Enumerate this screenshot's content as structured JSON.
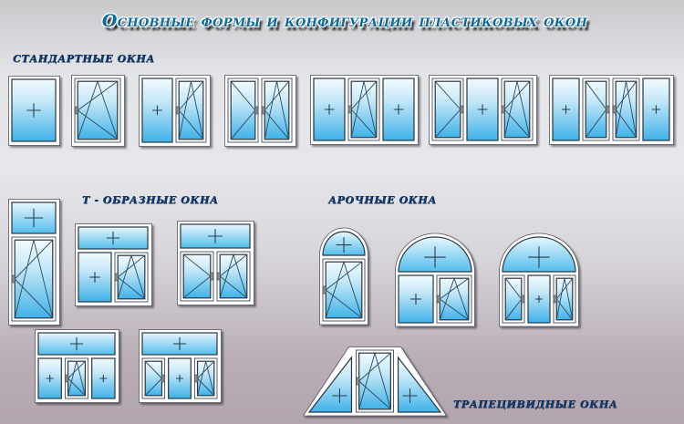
{
  "title": "Основные формы и конфигурации пластиковых окон",
  "sections": {
    "standard": {
      "label": "СТАНДАРТНЫЕ ОКНА"
    },
    "t_shaped": {
      "label": "Т - ОБРАЗНЫЕ ОКНА"
    },
    "arched": {
      "label": "АРОЧНЫЕ ОКНА"
    },
    "trapezoid": {
      "label": "ТРАПЕЦИВИДНЫЕ ОКНА"
    }
  },
  "colors": {
    "frame": "#ffffff",
    "frame_outline": "#2a3540",
    "glass_top": "#e8f6fd",
    "glass_bottom": "#48b8ea",
    "title_text": "#0b6aa0",
    "label_text": "#123a6e"
  },
  "windows": {
    "standard": [
      {
        "name": "single-fixed",
        "sashes": [
          "fixed"
        ]
      },
      {
        "name": "single-tilt-turn",
        "sashes": [
          "tilt-left"
        ]
      },
      {
        "name": "double-fixed-tilt",
        "sashes": [
          "fixed",
          "tilt-left"
        ]
      },
      {
        "name": "double-turn-tilt",
        "sashes": [
          "turn-right",
          "tilt-left"
        ]
      },
      {
        "name": "triple-fixed-tilt-fixed",
        "sashes": [
          "fixed",
          "tilt-left",
          "fixed"
        ]
      },
      {
        "name": "triple-turn-fixed-tilt",
        "sashes": [
          "turn-right",
          "fixed",
          "tilt-left"
        ]
      },
      {
        "name": "quad-fixed-turn-tilt-fixed",
        "sashes": [
          "fixed",
          "turn-right",
          "tilt-left",
          "fixed"
        ]
      }
    ],
    "t_shaped": [
      {
        "name": "transom-single-tilt",
        "top": "fixed",
        "sashes": [
          "tilt-left"
        ]
      },
      {
        "name": "transom-fixed-tilt",
        "top": "fixed",
        "sashes": [
          "fixed",
          "tilt-left"
        ]
      },
      {
        "name": "transom-turn-tilt",
        "top": "fixed",
        "sashes": [
          "turn-right",
          "tilt-left"
        ]
      },
      {
        "name": "transom-fixed-tilt-fixed",
        "top": "fixed",
        "sashes": [
          "fixed",
          "tilt-left",
          "fixed"
        ]
      },
      {
        "name": "transom-turn-fixed-tilt",
        "top": "fixed",
        "sashes": [
          "turn-right",
          "fixed",
          "tilt-left"
        ]
      }
    ],
    "arched": [
      {
        "name": "arched-single-tilt",
        "top": "arch",
        "sashes": [
          "tilt-left"
        ]
      },
      {
        "name": "arched-fixed-tilt",
        "top": "arch",
        "sashes": [
          "fixed",
          "tilt-left"
        ]
      },
      {
        "name": "arched-turn-fixed-tilt",
        "top": "arch",
        "sashes": [
          "turn-right",
          "fixed",
          "tilt-left"
        ]
      }
    ],
    "trapezoid": [
      {
        "name": "trapezoid-fixed-tilt-fixed",
        "sashes": [
          "triangle-fixed",
          "tilt-left",
          "triangle-fixed"
        ]
      }
    ]
  }
}
